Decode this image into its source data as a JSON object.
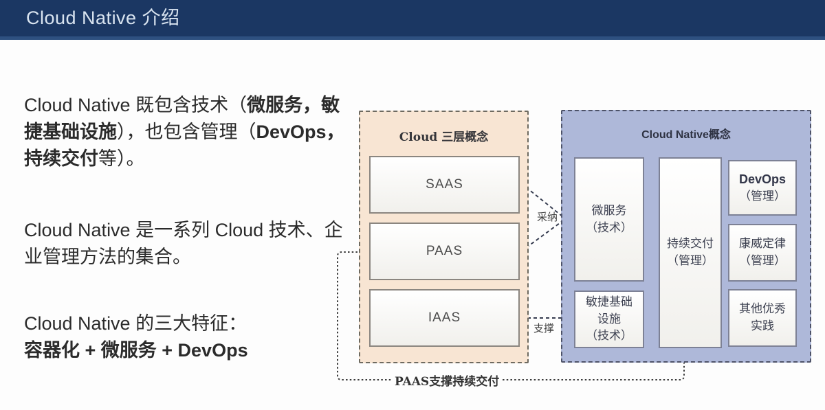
{
  "header": {
    "title": "Cloud Native 介绍"
  },
  "intro": {
    "p1": {
      "seg1": "Cloud Native 既包含技术（",
      "seg2": "微服务，敏捷基础设施",
      "seg3": "），也包含管理（",
      "seg4": "DevOps，持续交付",
      "seg5": "等）。"
    },
    "p2": "Cloud Native 是一系列 Cloud 技术、企业管理方法的集合。",
    "p3": {
      "line1": "Cloud Native 的三大特征：",
      "line2": "容器化 + 微服务 + DevOps"
    }
  },
  "diagram": {
    "cloud_box": {
      "title": "Cloud 三层概念",
      "layers": [
        "SAAS",
        "PAAS",
        "IAAS"
      ]
    },
    "native_box": {
      "title": "Cloud Native概念",
      "items": {
        "microservices": {
          "name": "微服务",
          "type": "（技术）"
        },
        "agile_infra": {
          "name": "敏捷基础设施",
          "type": "（技术）"
        },
        "continuous_delivery": {
          "name": "持续交付",
          "type": "（管理）"
        },
        "devops": {
          "name": "DevOps",
          "type": "（管理）"
        },
        "conway": {
          "name": "康威定律",
          "type": "（管理）"
        },
        "other": {
          "name": "其他优秀实践"
        }
      }
    },
    "labels": {
      "adopt": "采纳",
      "support": "支撑",
      "paas_support": "PAAS支撑持续交付"
    }
  },
  "colors": {
    "header_bg": "#1b3763",
    "header_strip": "#2e5080",
    "header_text": "#d9e4f0",
    "cloud_box_bg": "#f8e5d3",
    "native_box_bg": "#aeb8d9",
    "arrow": "#343a4e",
    "body_text": "#2b2b2b"
  }
}
